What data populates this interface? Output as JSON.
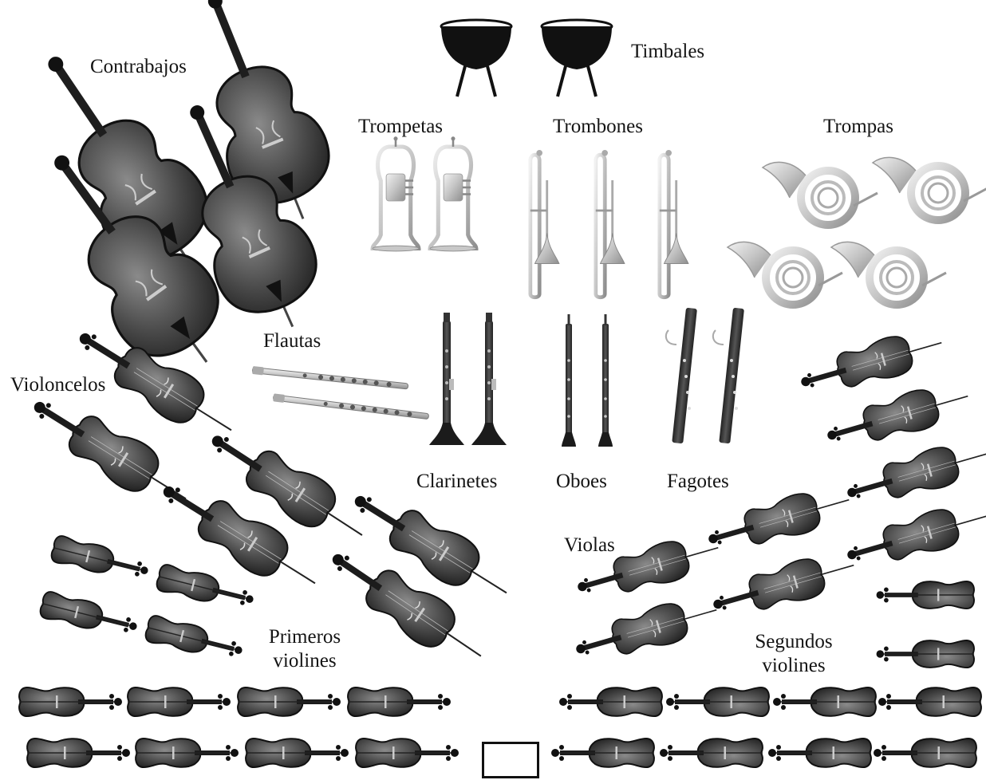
{
  "labels": {
    "timbales": "Timbales",
    "contrabajos": "Contrabajos",
    "trompetas": "Trompetas",
    "trombones": "Trombones",
    "trompas": "Trompas",
    "flautas": "Flautas",
    "violoncelos": "Violoncelos",
    "clarinetes": "Clarinetes",
    "oboes": "Oboes",
    "fagotes": "Fagotes",
    "violas": "Violas",
    "primeros_line1": "Primeros",
    "primeros_line2": "violines",
    "segundos_line1": "Segundos",
    "segundos_line2": "violines"
  },
  "colors": {
    "dark_wood": "#3c3c3c",
    "mid_wood": "#5e5e5e",
    "brass": "#d2d2d2",
    "ink": "#141414"
  }
}
